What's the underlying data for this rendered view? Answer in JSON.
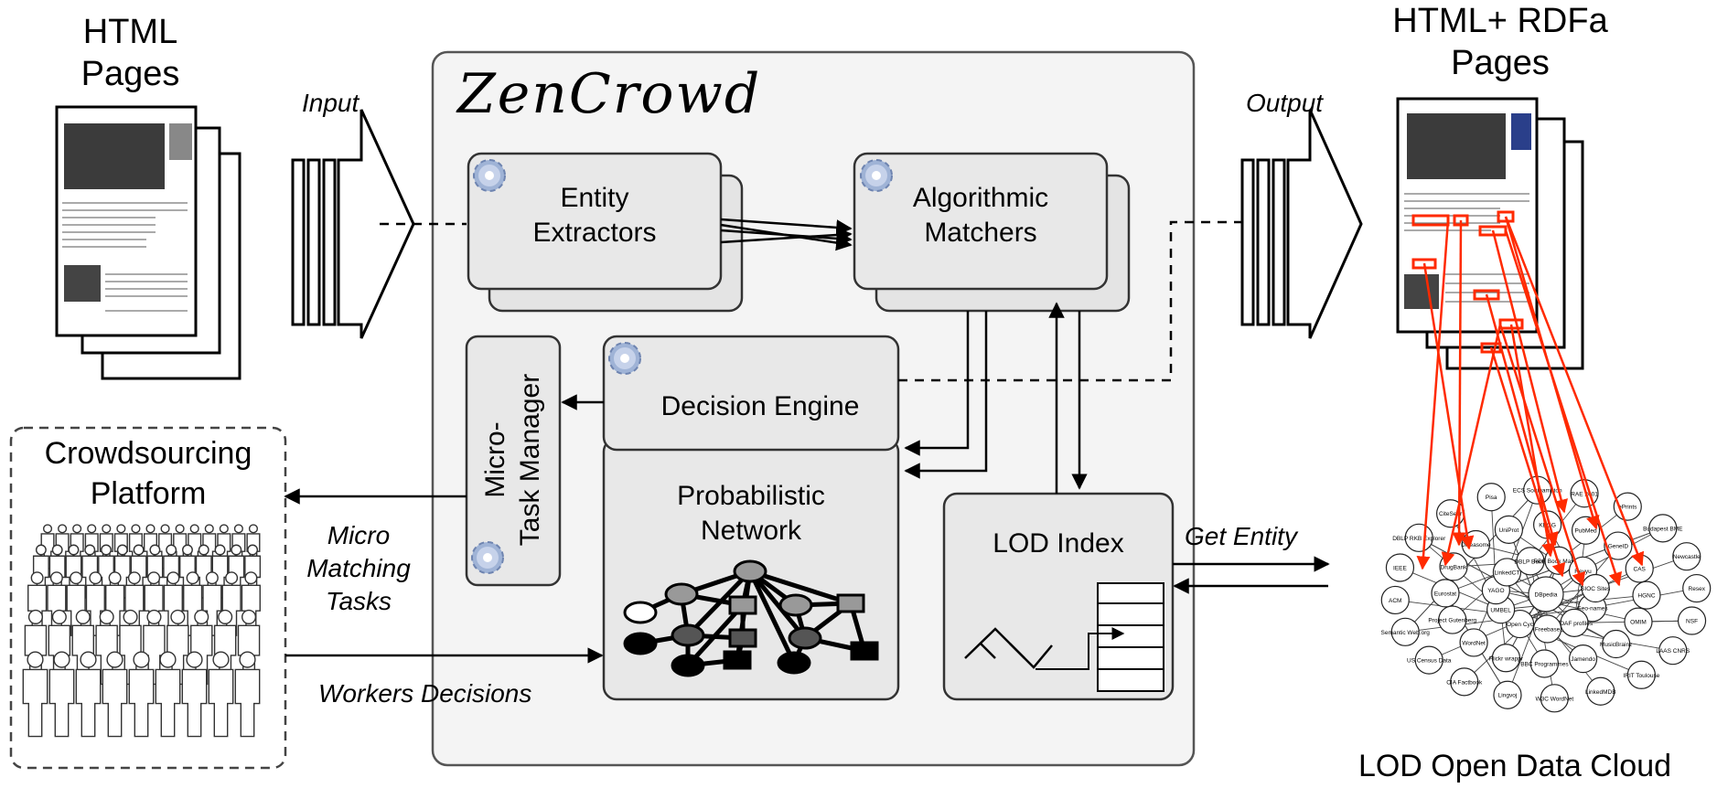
{
  "title": "ZenCrowd",
  "inputs": {
    "html_pages": "HTML\nPages",
    "input_label": "Input"
  },
  "outputs": {
    "rdfa_pages_line1": "HTML+ RDFa",
    "rdfa_pages_line2": "Pages",
    "output_label": "Output"
  },
  "components": {
    "entity_extractors": [
      "Entity",
      "Extractors"
    ],
    "algorithmic_matchers": [
      "Algorithmic",
      "Matchers"
    ],
    "decision_engine": "Decision Engine",
    "probabilistic_network": [
      "Probabilistic",
      "Network"
    ],
    "micro_task_manager": [
      "Micro-",
      "Task Manager"
    ],
    "lod_index": "LOD Index"
  },
  "crowd": {
    "platform": [
      "Crowdsourcing",
      "Platform"
    ]
  },
  "flows": {
    "micro_matching_tasks": [
      "Micro",
      "Matching",
      "Tasks"
    ],
    "workers_decisions": "Workers Decisions",
    "get_entity": "Get Entity"
  },
  "lod_cloud": {
    "caption": "LOD Open Data Cloud",
    "nodes": [
      "DBpedia",
      "Geo-names",
      "FOAF profiles",
      "Freebase",
      "Open Cyc",
      "UMBEL",
      "YAGO",
      "LinkedCT",
      "DBLP Berlin",
      "RDF Book Mashup",
      "Revyu",
      "SIOC Sites",
      "MusicBrainz",
      "Jamendo",
      "BBC Programmes",
      "Flickr wrappr",
      "WordNet",
      "Project Gutenberg",
      "Eurostat",
      "DrugBank",
      "Diseasome",
      "UniProt",
      "KEGG",
      "PubMed",
      "GeneID",
      "CAS",
      "HGNC",
      "OMIM",
      "LinkedMDB",
      "W3C WordNet",
      "Lingvoj",
      "CIA Factbook",
      "US Census Data",
      "Semantic Web.org",
      "ACM",
      "IEEE",
      "DBLP RKB Explorer",
      "CiteSeer",
      "Pisa",
      "ECS Southampton",
      "RAE 2001",
      "ePrints",
      "Budapest BME",
      "Newcastle",
      "Resex",
      "NSF",
      "LAAS CNRS",
      "IRIT Toulouse"
    ]
  }
}
